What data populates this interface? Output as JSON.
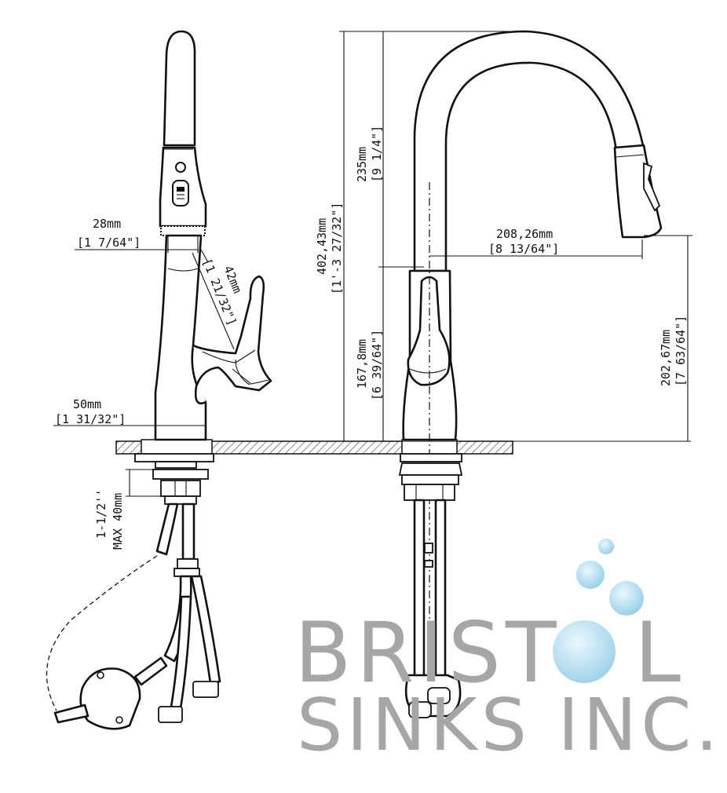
{
  "dimensions": {
    "aerator_width": {
      "mm": "28mm",
      "inch": "[1 7/64\"]"
    },
    "handle_width": {
      "mm": "42mm",
      "inch": "[1 21/32\"]"
    },
    "base_width": {
      "mm": "50mm",
      "inch": "[1 31/32\"]"
    },
    "deck_hole": {
      "inch": "1-1/2''",
      "mm": "MAX 40mm"
    },
    "total_height": {
      "mm": "402,43mm",
      "inch": "[1'-3 27/32\"]"
    },
    "spout_height": {
      "mm": "235mm",
      "inch": "[9 1/4\"]"
    },
    "body_height": {
      "mm": "167,8mm",
      "inch": "[6 39/64\"]"
    },
    "spout_reach": {
      "mm": "208,26mm",
      "inch": "[8 13/64\"]"
    },
    "spout_clearance": {
      "mm": "202,67mm",
      "inch": "[7 63/64\"]"
    }
  },
  "logo": {
    "line1": "BRIST",
    "line1_end": "L",
    "line2": "SINKS INC.",
    "bubble_colors": [
      "#bfe3f1",
      "#a9d8ee",
      "#8fcbe8"
    ]
  }
}
